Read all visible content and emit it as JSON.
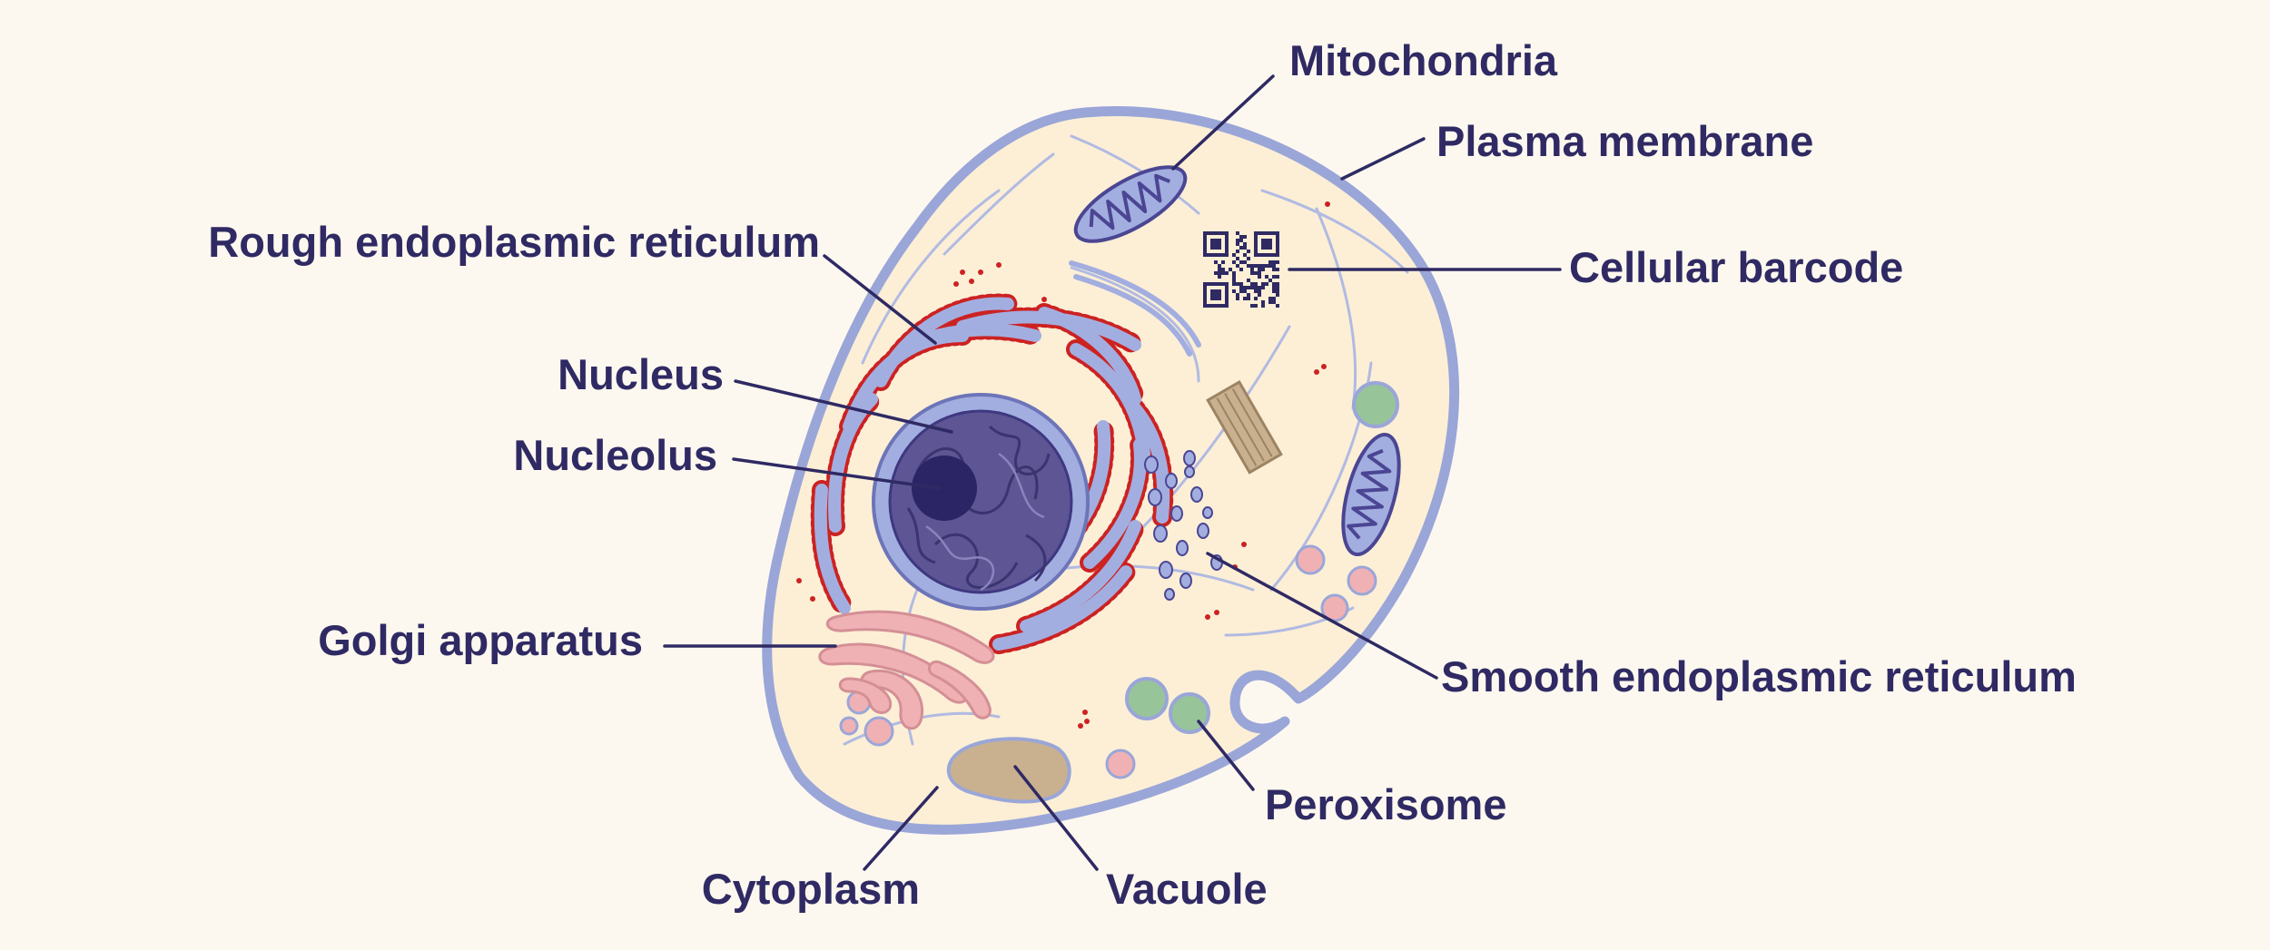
{
  "diagram": {
    "labels": {
      "mitochondria": "Mitochondria",
      "plasma_membrane": "Plasma membrane",
      "cellular_barcode": "Cellular barcode",
      "rough_er": "Rough endoplasmic reticulum",
      "nucleus": "Nucleus",
      "nucleolus": "Nucleolus",
      "golgi": "Golgi apparatus",
      "smooth_er": "Smooth endoplasmic reticulum",
      "peroxisome": "Peroxisome",
      "cytoplasm": "Cytoplasm",
      "vacuole": "Vacuole"
    }
  },
  "colors": {
    "background": "#fdf8ef",
    "cytoplasm": "#fcefd6",
    "membrane": "#9aa6d8",
    "organelle": "#a3aee0",
    "nucleus": "#5d5594",
    "nucleolus": "#2b2566",
    "ribosome": "#cc2222",
    "golgi": "#f0b1b5",
    "peroxisome": "#98c49a",
    "vacuole": "#c9b190",
    "ink": "#2f2a63"
  }
}
